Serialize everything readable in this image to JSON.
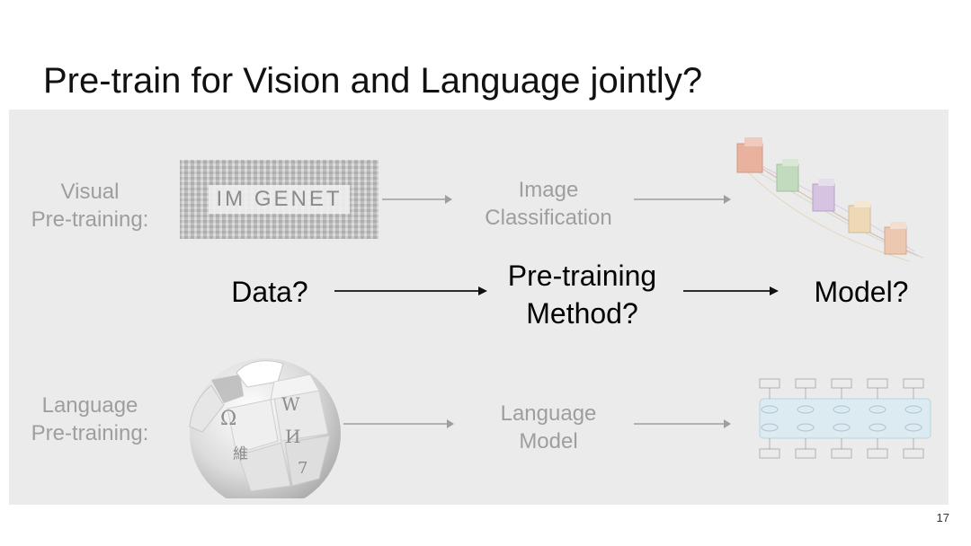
{
  "slide": {
    "title": "Pre-train for Vision and Language jointly?",
    "page_number": "17"
  },
  "visual_row": {
    "label": "Visual\nPre-training:",
    "image_logo": "IM GENET",
    "task": "Image\nClassification"
  },
  "center_row": {
    "data": "Data?",
    "method": "Pre-training\nMethod?",
    "model": "Model?"
  },
  "language_row": {
    "label": "Language\nPre-training:",
    "task": "Language\nModel"
  },
  "colors": {
    "panel_bg": "#ebebeb",
    "muted_text": "#9e9e9e",
    "dark_text": "#000000"
  }
}
